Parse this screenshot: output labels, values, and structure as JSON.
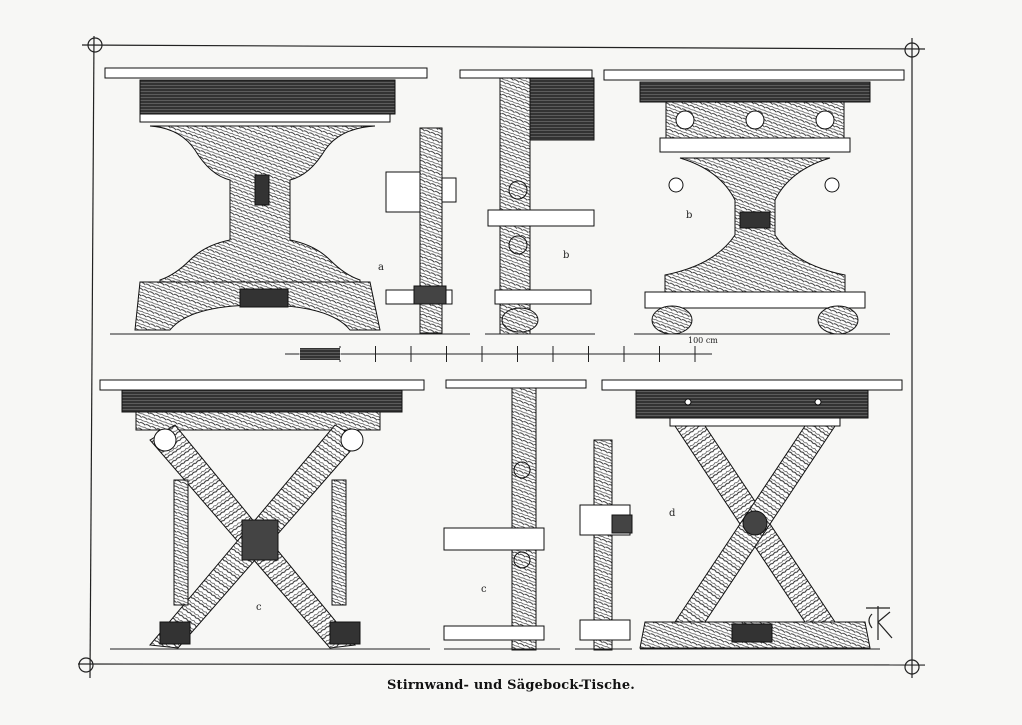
{
  "caption": "Stirnwand- und Sägebock-Tische.",
  "labels": {
    "a": "a",
    "b1": "b",
    "b2": "b",
    "c1": "c",
    "c2": "c",
    "d": "d"
  },
  "scale_label": "100 cm",
  "colors": {
    "ink": "#1a1a1a",
    "paper": "#f7f7f5"
  }
}
